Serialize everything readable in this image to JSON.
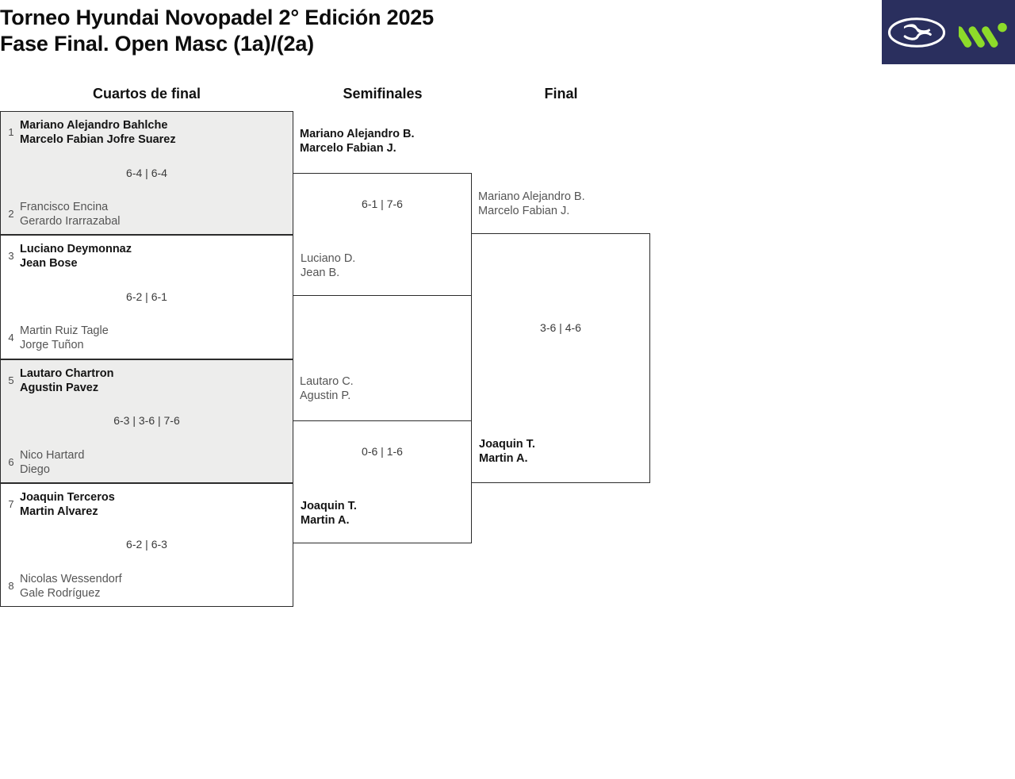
{
  "header": {
    "title_line1": "Torneo Hyundai Novopadel 2° Edición 2025",
    "title_line2": "Fase Final. Open Masc (1a)/(2a)",
    "logo": {
      "brand_icon": "hyundai-logo-icon",
      "partner_icon": "novopadel-m-logo-icon",
      "background_color": "#2a2f5e",
      "brand_color": "#ffffff",
      "partner_color": "#8ddb2a"
    }
  },
  "rounds": {
    "quarterfinals_label": "Cuartos de final",
    "semifinals_label": "Semifinales",
    "final_label": "Final"
  },
  "colors": {
    "shaded_row": "#ededec",
    "border": "#2b2b2b",
    "winner_text": "#141414",
    "loser_text": "#555555",
    "score_text": "#3a3a3a",
    "seed_text": "#4a4a4a"
  },
  "quarterfinals": [
    {
      "shaded": true,
      "score": "6-4 | 6-4",
      "top": {
        "seed": "1",
        "player1": "Mariano Alejandro Bahlche",
        "player2": "Marcelo Fabian Jofre Suarez",
        "result": "win"
      },
      "bottom": {
        "seed": "2",
        "player1": "Francisco Encina",
        "player2": "Gerardo Irarrazabal",
        "result": "lose"
      }
    },
    {
      "shaded": false,
      "score": "6-2 | 6-1",
      "top": {
        "seed": "3",
        "player1": "Luciano Deymonnaz",
        "player2": "Jean Bose",
        "result": "win"
      },
      "bottom": {
        "seed": "4",
        "player1": "Martin Ruiz Tagle",
        "player2": "Jorge Tuñon",
        "result": "lose"
      }
    },
    {
      "shaded": true,
      "score": "6-3 | 3-6 | 7-6",
      "top": {
        "seed": "5",
        "player1": "Lautaro Chartron",
        "player2": "Agustin Pavez",
        "result": "win"
      },
      "bottom": {
        "seed": "6",
        "player1": "Nico Hartard",
        "player2": "Diego",
        "result": "lose"
      }
    },
    {
      "shaded": false,
      "score": "6-2 | 6-3",
      "top": {
        "seed": "7",
        "player1": "Joaquin Terceros",
        "player2": "Martin Alvarez",
        "result": "win"
      },
      "bottom": {
        "seed": "8",
        "player1": "Nicolas Wessendorf",
        "player2": "Gale Rodríguez",
        "result": "lose"
      }
    }
  ],
  "semifinals": [
    {
      "score": "6-1 | 7-6",
      "top": {
        "player1": "Mariano Alejandro B.",
        "player2": "Marcelo Fabian J.",
        "result": "win"
      },
      "bottom": {
        "player1": "Luciano D.",
        "player2": "Jean B.",
        "result": "lose"
      }
    },
    {
      "score": "0-6 | 1-6",
      "top": {
        "player1": "Lautaro C.",
        "player2": "Agustin P.",
        "result": "lose"
      },
      "bottom": {
        "player1": "Joaquin T.",
        "player2": "Martin A.",
        "result": "win"
      }
    }
  ],
  "final": {
    "score": "3-6 | 4-6",
    "top": {
      "player1": "Mariano Alejandro B.",
      "player2": "Marcelo Fabian J.",
      "result": "lose"
    },
    "bottom": {
      "player1": "Joaquin T.",
      "player2": "Martin A.",
      "result": "win"
    }
  }
}
